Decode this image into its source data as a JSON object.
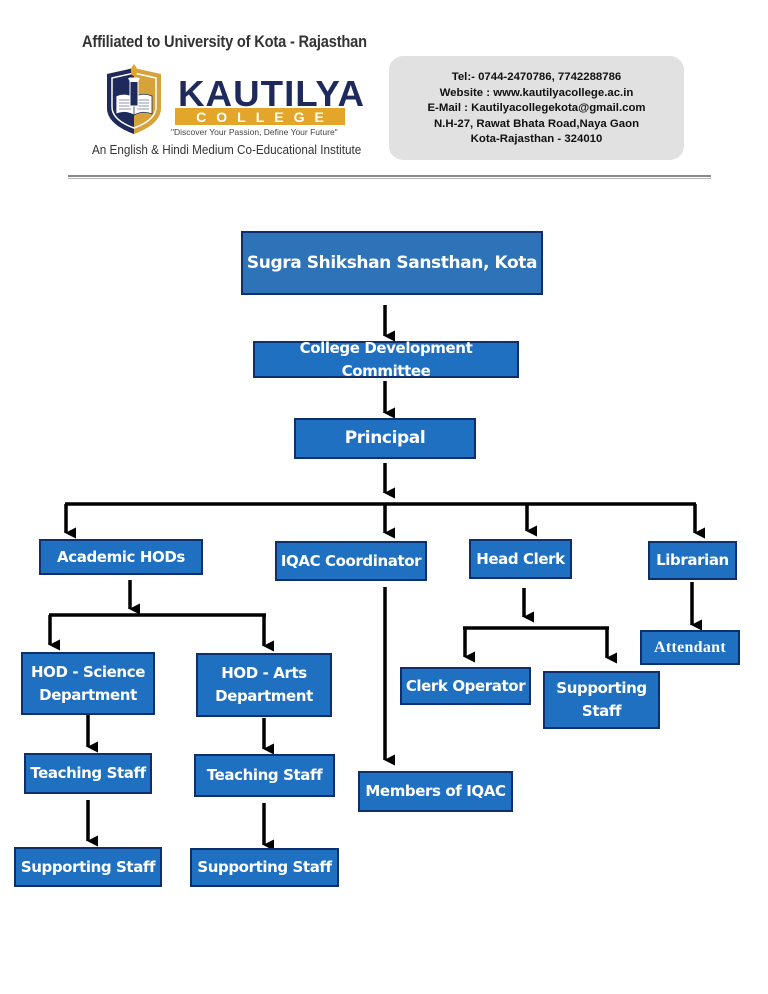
{
  "header": {
    "affiliation": "Affiliated to University of Kota - Rajasthan",
    "brand": {
      "name": "KAUTILYA",
      "subtitle": "COLLEGE",
      "tagline": "\"Discover Your Passion, Define Your Future\"",
      "medium": "An English & Hindi Medium Co-Educational Institute",
      "logo_icon": "torch-book-shield-crest",
      "colors": {
        "navy": "#1f2a5c",
        "gold": "#e3a62b"
      }
    },
    "contact": {
      "tel": "Tel:- 0744-2470786, 7742288786",
      "website": "Website : www.kautilyacollege.ac.in",
      "email": "E-Mail : Kautilyacollegekota@gmail.com",
      "address_line1": "N.H-27, Rawat Bhata Road,Naya Gaon",
      "address_line2": "Kota-Rajasthan - 324010"
    }
  },
  "org_chart": {
    "colors": {
      "node_fill": "#1f70c1",
      "node_border": "#0e2f6b",
      "connector": "#000000",
      "text": "#ffffff"
    },
    "nodes": {
      "sansthan": "Sugra Shikshan Sansthan, Kota",
      "cdc": "College Development Committee",
      "principal": "Principal",
      "academic_hods": "Academic HODs",
      "iqac_coordinator": "IQAC Coordinator",
      "head_clerk": "Head Clerk",
      "librarian": "Librarian",
      "hod_science": "HOD - Science Department",
      "hod_arts": "HOD - Arts Department",
      "clerk_operator": "Clerk Operator",
      "office_supporting_staff": "Supporting Staff",
      "attendant": "Attendant",
      "science_teaching_staff": "Teaching Staff",
      "arts_teaching_staff": "Teaching Staff",
      "members_iqac": "Members of IQAC",
      "science_supporting_staff": "Supporting Staff",
      "arts_supporting_staff": "Supporting Staff"
    },
    "edges": [
      [
        "sansthan",
        "cdc"
      ],
      [
        "cdc",
        "principal"
      ],
      [
        "principal",
        "academic_hods"
      ],
      [
        "principal",
        "iqac_coordinator"
      ],
      [
        "principal",
        "head_clerk"
      ],
      [
        "principal",
        "librarian"
      ],
      [
        "academic_hods",
        "hod_science"
      ],
      [
        "academic_hods",
        "hod_arts"
      ],
      [
        "iqac_coordinator",
        "members_iqac"
      ],
      [
        "head_clerk",
        "clerk_operator"
      ],
      [
        "head_clerk",
        "office_supporting_staff"
      ],
      [
        "librarian",
        "attendant"
      ],
      [
        "hod_science",
        "science_teaching_staff"
      ],
      [
        "science_teaching_staff",
        "science_supporting_staff"
      ],
      [
        "hod_arts",
        "arts_teaching_staff"
      ],
      [
        "arts_teaching_staff",
        "arts_supporting_staff"
      ]
    ]
  }
}
